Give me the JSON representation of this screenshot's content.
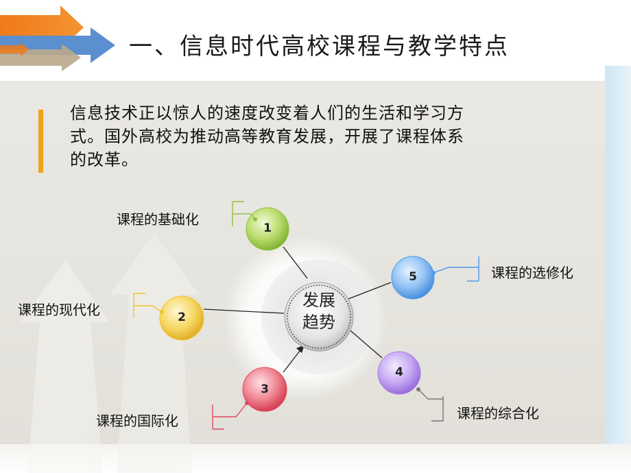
{
  "header": {
    "title": "一、信息时代高校课程与教学特点"
  },
  "intro": {
    "text_line1": "信息技术正以惊人的速度改变着人们的生活和学习方",
    "text_line2": "式。国外高校为推动高等教育发展，开展了课程体系",
    "text_line3": "的改革。"
  },
  "diagram": {
    "center_line1": "发展",
    "center_line2": "趋势",
    "nodes": [
      {
        "number": "1",
        "label": "课程的基础化",
        "color": "#8fc13d"
      },
      {
        "number": "2",
        "label": "课程的现代化",
        "color": "#f0c531"
      },
      {
        "number": "3",
        "label": "课程的国际化",
        "color": "#e0495c"
      },
      {
        "number": "4",
        "label": "课程的综合化",
        "color": "#a67fe0"
      },
      {
        "number": "5",
        "label": "课程的选修化",
        "color": "#4d9ae8"
      }
    ]
  },
  "colors": {
    "accent": "#f0a21a",
    "arrow_orange": "#f07a1a",
    "arrow_blue": "#5b8fcf",
    "arrow_tan": "#b9a98b"
  }
}
